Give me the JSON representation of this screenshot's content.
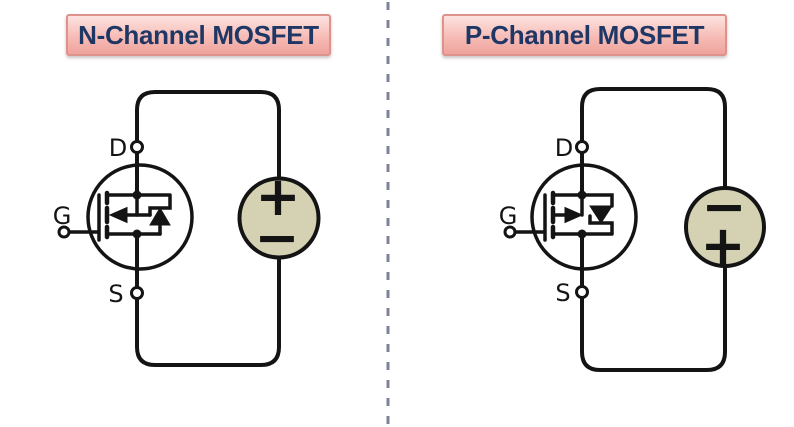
{
  "panels": {
    "n_channel": {
      "title": "N-Channel MOSFET",
      "labels": {
        "drain": "D",
        "gate": "G",
        "source": "S"
      },
      "battery": {
        "top_sign": "+",
        "bottom_sign": "−"
      },
      "mosfet": {
        "type": "n-channel",
        "body_arrow": "points-left-in",
        "body_diode": "points-up"
      }
    },
    "p_channel": {
      "title": "P-Channel MOSFET",
      "labels": {
        "drain": "D",
        "gate": "G",
        "source": "S"
      },
      "battery": {
        "top_sign": "−",
        "bottom_sign": "+"
      },
      "mosfet": {
        "type": "p-channel",
        "body_arrow": "points-right-out",
        "body_diode": "points-down"
      }
    }
  },
  "colors": {
    "line": "#141414",
    "title_text": "#1f3765",
    "title_bg_top": "#fce3e0",
    "title_bg_mid": "#f7bcb6",
    "title_bg_bottom": "#efa29c",
    "title_border": "#de928c",
    "battery_fill": "#d5d2b3",
    "divider": "#7e8398",
    "background": "#ffffff"
  }
}
